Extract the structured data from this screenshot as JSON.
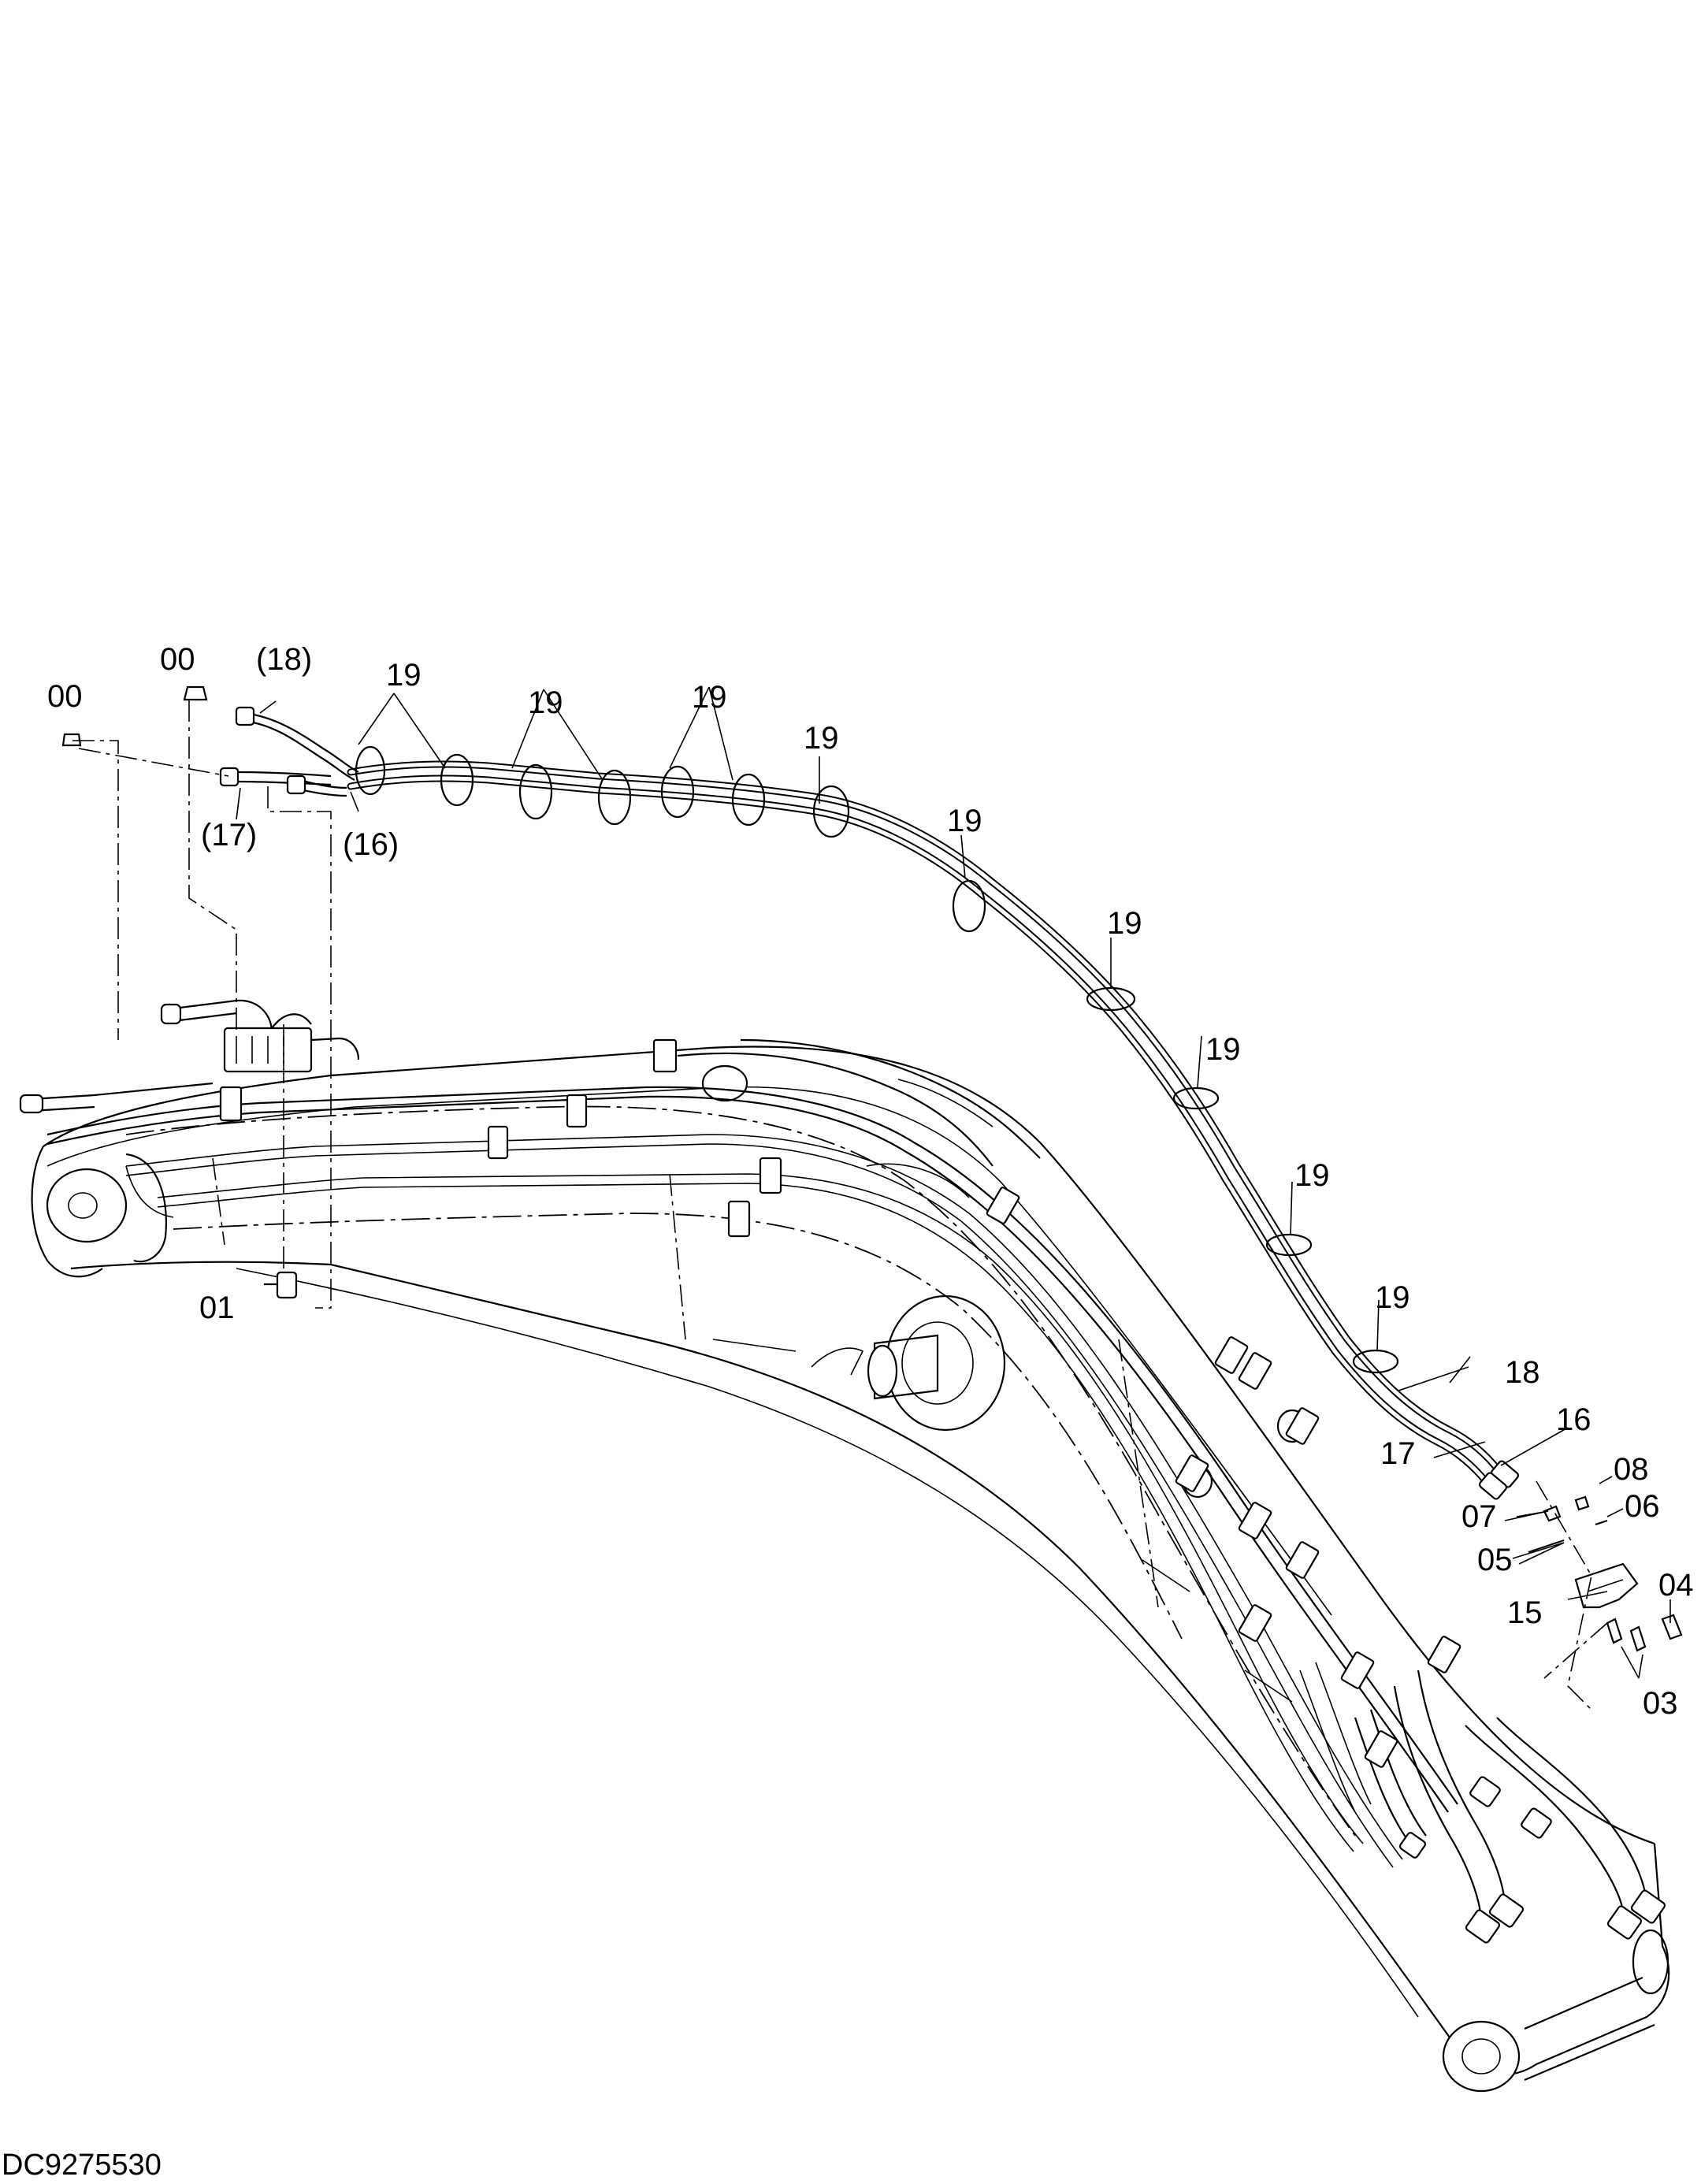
{
  "document_id": "DC9275530",
  "callouts": [
    {
      "key": "c00a",
      "text": "00"
    },
    {
      "key": "c00b",
      "text": "00"
    },
    {
      "key": "c18p",
      "text": "(18)"
    },
    {
      "key": "c17p",
      "text": "(17)"
    },
    {
      "key": "c16p",
      "text": "(16)"
    },
    {
      "key": "c01",
      "text": "01"
    },
    {
      "key": "c19a",
      "text": "19"
    },
    {
      "key": "c19b",
      "text": "19"
    },
    {
      "key": "c19c",
      "text": "19"
    },
    {
      "key": "c19d",
      "text": "19"
    },
    {
      "key": "c19e",
      "text": "19"
    },
    {
      "key": "c19f",
      "text": "19"
    },
    {
      "key": "c19g",
      "text": "19"
    },
    {
      "key": "c19h",
      "text": "19"
    },
    {
      "key": "c19i",
      "text": "19"
    },
    {
      "key": "c18",
      "text": "18"
    },
    {
      "key": "c17",
      "text": "17"
    },
    {
      "key": "c16",
      "text": "16"
    },
    {
      "key": "c08",
      "text": "08"
    },
    {
      "key": "c07",
      "text": "07"
    },
    {
      "key": "c06",
      "text": "06"
    },
    {
      "key": "c05",
      "text": "05"
    },
    {
      "key": "c04",
      "text": "04"
    },
    {
      "key": "c15",
      "text": "15"
    },
    {
      "key": "c03",
      "text": "03"
    }
  ]
}
